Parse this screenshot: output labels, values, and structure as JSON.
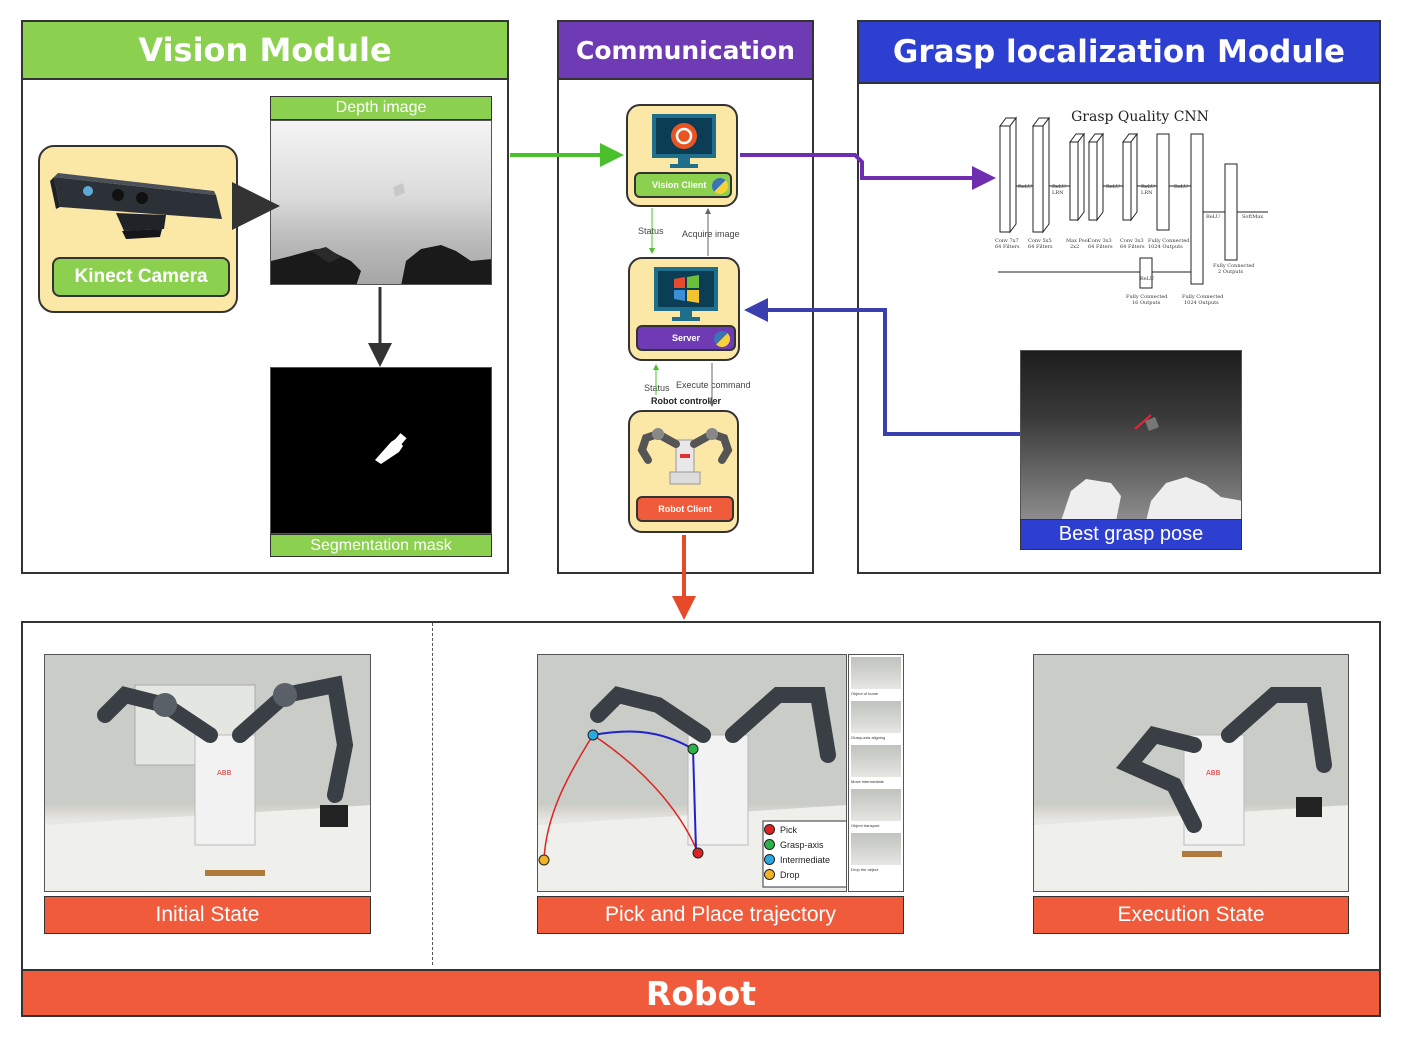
{
  "vision": {
    "title": "Vision Module",
    "camera_label": "Kinect Camera",
    "depth_label": "Depth image",
    "mask_label": "Segmentation mask"
  },
  "communication": {
    "title": "Communication",
    "vision_client_label": "Vision Client",
    "server_label": "Server",
    "robot_client_label": "Robot Client",
    "robot_controller_label": "Robot controller",
    "status_label_1": "Status",
    "acquire_label": "Acquire image",
    "status_label_2": "Status",
    "execute_label": "Execute command"
  },
  "grasp": {
    "title": "Grasp localization Module",
    "cnn_title": "Grasp Quality CNN",
    "best_pose_label": "Best grasp pose",
    "layer_labels": [
      "Conv 7x7\n64 Filters",
      "Conv 5x5\n64 Filters",
      "Max Pool\n2x2",
      "Conv 3x3\n64 Filters",
      "Conv 3x3\n64 Filters",
      "Fully Connected\n1024 Outputs",
      "Fully Connected\n2 Outputs",
      "Fully Connected\n16 Outputs",
      "Fully Connected\n1024 Outputs"
    ],
    "act_labels": [
      "ReLU",
      "ReLU",
      "ReLU\nLRN",
      "ReLU",
      "ReLU\nLRN",
      "ReLU",
      "ReLU",
      "SoftMax",
      "ReLU"
    ]
  },
  "robot": {
    "title": "Robot",
    "initial_label": "Initial State",
    "trajectory_label": "Pick and Place trajectory",
    "execution_label": "Execution State",
    "legend": [
      "Pick",
      "Grasp-axis",
      "Intermediate",
      "Drop"
    ],
    "thumb_captions": [
      "Object of home",
      "Grasp-axis aligning",
      "Move intermediate",
      "Object transport",
      "Drop the object"
    ]
  },
  "colors": {
    "vision": "#8bd04f",
    "communication": "#6f3bb4",
    "grasp": "#2d3fd0",
    "robot": "#ef5b3b",
    "box_fill": "#fbe8a6",
    "arrow_green": "#4cc02a",
    "arrow_purple": "#6f2db0",
    "arrow_blue": "#3a3fb0",
    "arrow_red": "#e64a2a"
  }
}
